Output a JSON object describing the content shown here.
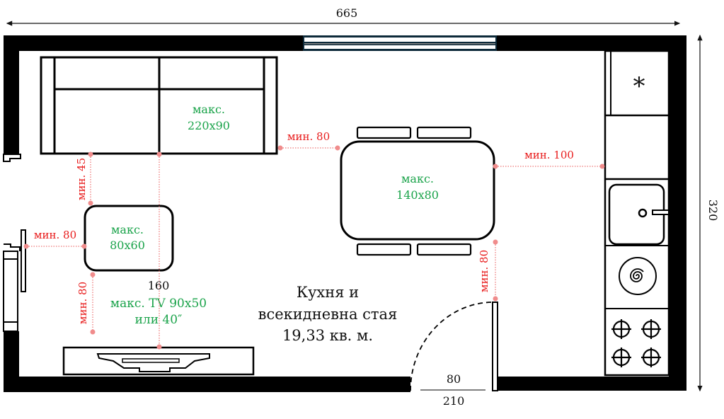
{
  "plan": {
    "room_label_line1": "Кухня и",
    "room_label_line2": "всекидневна стая",
    "room_label_line3": "19,33 кв. м."
  },
  "dimensions": {
    "width_total": "665",
    "height_total": "320",
    "door_width": "80",
    "door_height": "210",
    "sofa_to_tv_axis": "160"
  },
  "furniture": {
    "sofa_line1": "макс.",
    "sofa_line2": "220x90",
    "coffee_table_line1": "макс.",
    "coffee_table_line2": "80x60",
    "dining_table_line1": "макс.",
    "dining_table_line2": "140x80",
    "tv_line1": "макс. TV 90x50",
    "tv_line2": "или 40″"
  },
  "clearances": {
    "sofa_to_table": "мин. 80",
    "sofa_to_coffee": "мин. 45",
    "window_to_coffee": "мин. 80",
    "coffee_to_tv": "мин. 80",
    "table_to_kitchen": "мин. 100",
    "table_to_door": "мин. 80"
  },
  "kitchen": {
    "fridge_symbol": "*"
  },
  "colors": {
    "wall": "#000000",
    "window_frame": "#0d2a3a",
    "green_text": "#1aa34a",
    "red_text": "#e81c1c",
    "dim_line": "#f08c8c"
  }
}
